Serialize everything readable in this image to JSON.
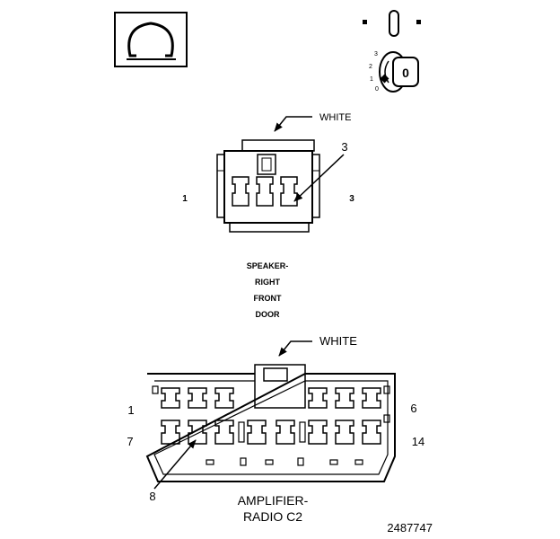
{
  "meter_icon": {
    "symbol": "Ω"
  },
  "ignition_icon": {
    "positions": [
      "3",
      "2",
      "1",
      "0"
    ],
    "key_label": "0"
  },
  "connector_top": {
    "color_label": "WHITE",
    "callout_pin": "3",
    "left_pin": "1",
    "right_pin": "3",
    "title_lines": [
      "SPEAKER-",
      "RIGHT",
      "FRONT",
      "DOOR"
    ]
  },
  "connector_bottom": {
    "color_label": "WHITE",
    "pin_row1_left": "1",
    "pin_row1_right": "6",
    "pin_row2_left": "7",
    "pin_row2_right": "14",
    "callout_pin": "8",
    "title_lines": [
      "AMPLIFIER-",
      "RADIO C2"
    ]
  },
  "figure_id": "2487747"
}
